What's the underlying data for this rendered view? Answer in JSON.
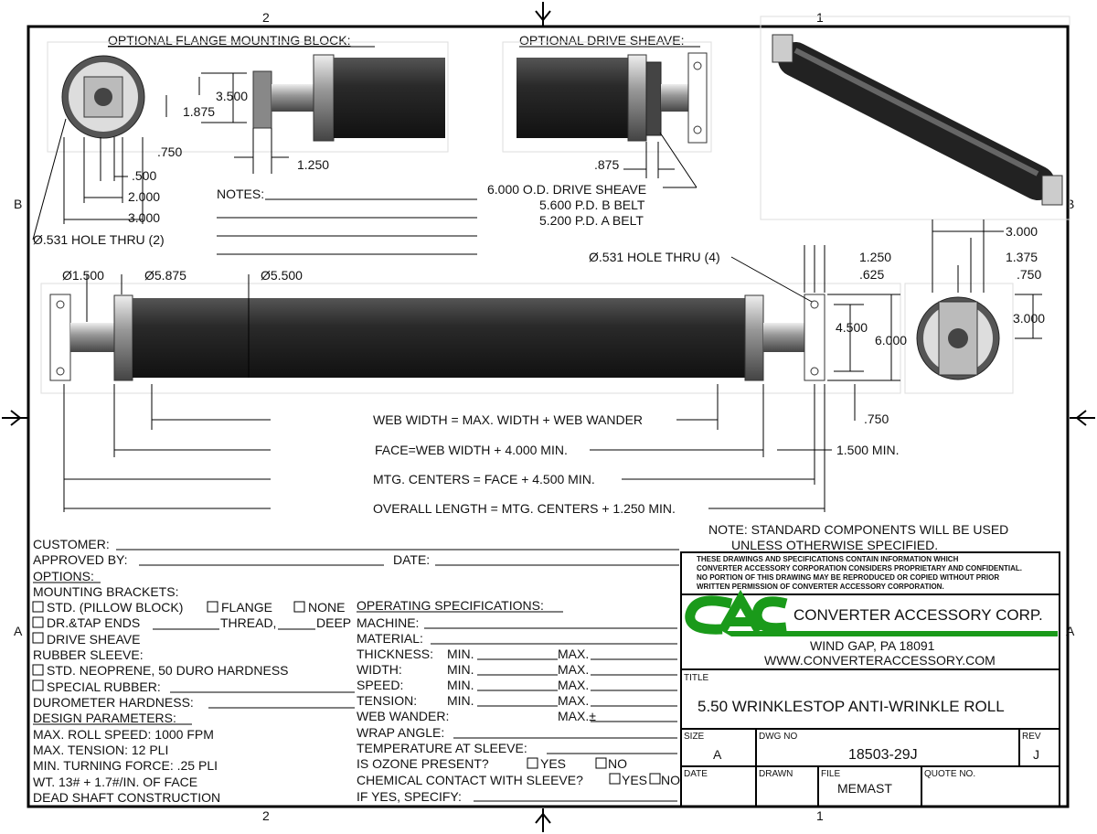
{
  "zones": {
    "top_left": "2",
    "top_right": "1",
    "bottom_left": "2",
    "bottom_right": "1",
    "left_top": "B",
    "right_top": "B",
    "left_bottom": "A",
    "right_bottom": "A"
  },
  "views": {
    "flange_title": "OPTIONAL FLANGE MOUNTING BLOCK:",
    "sheave_title": "OPTIONAL DRIVE SHEAVE:",
    "flange_dims": {
      "d1": "3.500",
      "d2": "1.875",
      "d3": ".750",
      "d4": ".500",
      "d5": "2.000",
      "d6": "3.000",
      "hole": "Ø.531 HOLE THRU (2)",
      "side": "1.250"
    },
    "notes_label": "NOTES:",
    "sheave_dims": {
      "d1": ".875",
      "od": "6.000 O.D. DRIVE SHEAVE",
      "b": "5.600 P.D.  B BELT",
      "a": "5.200 P.D.  A BELT"
    },
    "end_dims": {
      "hole": "Ø.531 HOLE THRU (4)",
      "d1": "1.250",
      "d2": ".625",
      "d3": "3.000",
      "d4": "1.375",
      "d5": ".750",
      "d6": "4.500",
      "d7": "6.000",
      "d8": "3.000",
      "d9": ".750",
      "d10": "1.500 MIN."
    },
    "roll_dims": {
      "shaft": "Ø1.500",
      "flange": "Ø5.875",
      "sleeve": "Ø5.500"
    },
    "formulas": [
      "WEB WIDTH = MAX. WIDTH + WEB WANDER",
      "FACE=WEB WIDTH + 4.000 MIN.",
      "MTG. CENTERS = FACE + 4.500 MIN.",
      "OVERALL LENGTH = MTG. CENTERS + 1.250 MIN."
    ],
    "note": [
      "NOTE: STANDARD COMPONENTS WILL BE USED",
      "UNLESS OTHERWISE SPECIFIED."
    ]
  },
  "form": {
    "customer": "CUSTOMER:",
    "approved": "APPROVED BY:",
    "date": "DATE:",
    "options": "OPTIONS:",
    "mounting": "MOUNTING BRACKETS:",
    "std": "STD. (PILLOW BLOCK)",
    "flange": "FLANGE",
    "none": "NONE",
    "drtap": "DR.&TAP ENDS",
    "thread": "THREAD,",
    "deep": "DEEP",
    "drive": "DRIVE SHEAVE",
    "rubber": "RUBBER SLEEVE:",
    "neoprene": "STD. NEOPRENE, 50 DURO HARDNESS",
    "special": "SPECIAL RUBBER:",
    "durometer": "DUROMETER HARDNESS:",
    "design": "DESIGN PARAMETERS:",
    "params": [
      "MAX. ROLL SPEED: 1000 FPM",
      "MAX. TENSION: 12 PLI",
      "MIN. TURNING FORCE:  .25 PLI",
      "WT. 13# + 1.7#/IN. OF FACE",
      "DEAD SHAFT CONSTRUCTION"
    ],
    "opspec": "OPERATING SPECIFICATIONS:",
    "machine": "MACHINE:",
    "material": "MATERIAL:",
    "rows": [
      {
        "l": "THICKNESS:",
        "min": "MIN.",
        "max": "MAX."
      },
      {
        "l": "WIDTH:",
        "min": "MIN.",
        "max": "MAX."
      },
      {
        "l": "SPEED:",
        "min": "MIN.",
        "max": "MAX."
      },
      {
        "l": "TENSION:",
        "min": "MIN.",
        "max": "MAX."
      }
    ],
    "wander": "WEB WANDER:",
    "wander_max": "MAX.±",
    "wrap": "WRAP ANGLE:",
    "temp": "TEMPERATURE AT SLEEVE:",
    "ozone": "IS OZONE PRESENT?",
    "yes": "YES",
    "no": "NO",
    "chem": "CHEMICAL CONTACT WITH SLEEVE?",
    "specify": "IF YES, SPECIFY:"
  },
  "title_block": {
    "disclaimer": [
      "THESE DRAWINGS AND SPECIFICATIONS CONTAIN INFORMATION WHICH",
      "CONVERTER ACCESSORY CORPORATION CONSIDERS PROPRIETARY AND CONFIDENTIAL.",
      "NO PORTION OF THIS DRAWING MAY BE REPRODUCED OR COPIED WITHOUT PRIOR",
      "WRITTEN PERMISSION OF CONVERTER ACCESSORY CORPORATION."
    ],
    "logo": "CAC",
    "company": "CONVERTER ACCESSORY CORP.",
    "address": "WIND GAP, PA 18091",
    "web": "WWW.CONVERTERACCESSORY.COM",
    "title_label": "TITLE",
    "title": "5.50 WRINKLESTOP ANTI-WRINKLE ROLL",
    "size_label": "SIZE",
    "size": "A",
    "dwg_label": "DWG NO",
    "dwg": "18503-29J",
    "rev_label": "REV",
    "rev": "J",
    "date_label": "DATE",
    "drawn_label": "DRAWN",
    "file_label": "FILE",
    "file": "MEMAST",
    "quote_label": "QUOTE NO.",
    "brand_color": "#1a9a1a"
  }
}
